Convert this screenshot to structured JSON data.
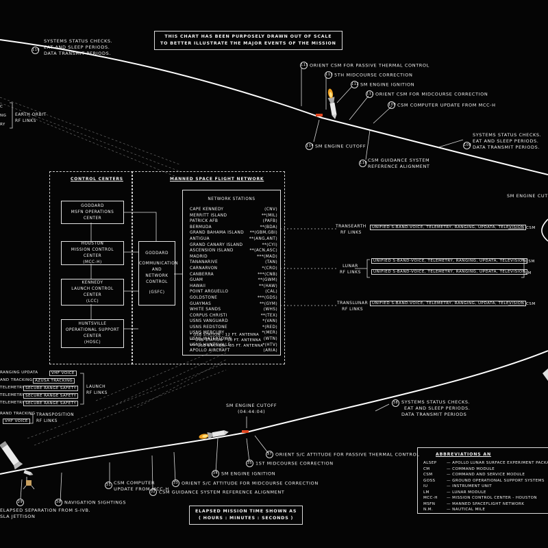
{
  "notes": {
    "scale": [
      "THIS CHART HAS BEEN PURPOSELY DRAWN OUT OF SCALE",
      "TO BETTER ILLUSTRATE THE MAJOR EVENTS OF THE MISSION"
    ],
    "elapsed": [
      "ELAPSED MISSION TIME SHOWN AS",
      "( HOURS : MINUTES : SECONDS )"
    ]
  },
  "events": {
    "e116": {
      "num": "116",
      "lines": [
        "SYSTEMS STATUS CHECKS.",
        "EAT AND SLEEP PERIODS.",
        "DATA TRANSMIT PERIODS."
      ]
    },
    "e115": {
      "num": "115",
      "lines": [
        "ORIENT CSM FOR PASSIVE THERMAL CONTROL"
      ]
    },
    "e113": {
      "num": "113",
      "lines": [
        "5TH MIDCOURSE CORRECTION"
      ]
    },
    "e112": {
      "num": "112",
      "lines": [
        "SM ENGINE IGNITION"
      ]
    },
    "e111": {
      "num": "111",
      "lines": [
        "ORIENT CSM  FOR MIDCOURSE CORRECTION"
      ]
    },
    "e109": {
      "num": "109",
      "lines": [
        "CSM COMPUTER UPDATE FROM MCC-H"
      ]
    },
    "e108": {
      "num": "108",
      "lines": [
        "SYSTEMS STATUS CHECKS.",
        "EAT AND SLEEP PERIODS.",
        "DATA TRANSMIT PERIODS."
      ]
    },
    "e114": {
      "num": "114",
      "lines": [
        "SM ENGINE CUTOFF"
      ]
    },
    "e110": {
      "num": "110",
      "lines": [
        "CSM GUIDANCE SYSTEM",
        "REFERENCE ALIGNMENT"
      ]
    },
    "sm_cutoff_right": {
      "lines": [
        "SM ENGINE CUTOFF"
      ]
    },
    "e38": {
      "num": "38",
      "lines": [
        "SYSTEMS STATUS CHECKS.",
        "EAT AND SLEEP PERIODS.",
        "DATA TRANSMIT PERIODS"
      ]
    },
    "sm_cutoff_low": {
      "lines": [
        "SM ENGINE CUTOFF",
        "(04:44:04)"
      ]
    },
    "e37": {
      "num": "37",
      "lines": [
        "ORIENT S/C ATTITUDE FOR PASSIVE THERMAL CONTROL"
      ]
    },
    "e35": {
      "num": "35",
      "lines": [
        "1ST MIDCOURSE CORRECTION"
      ]
    },
    "e34": {
      "num": "34",
      "lines": [
        "SM ENGINE IGNITION"
      ]
    },
    "e33": {
      "num": "33",
      "lines": [
        "ORIENT S/C ATTITUDE FOR MIDCOURSE CORRECTION"
      ]
    },
    "e32": {
      "num": "32",
      "lines": [
        "CSM GUIDANCE SYSTEM REFERENCE ALIGNMENT"
      ]
    },
    "e31": {
      "num": "31",
      "lines": [
        "CSM COMPUTER",
        "UPDATE FROM MCC-H"
      ]
    },
    "e30": {
      "num": "30",
      "lines": [
        "NAVIGATION SIGHTINGS"
      ]
    },
    "e29": {
      "num": "29",
      "lines": [
        "ELAPSED SEPARATION FROM S-IVB.",
        "SLA JETTISON"
      ]
    }
  },
  "left_links": {
    "earth_orbit": [
      "EARTH ORBIT",
      "RF LINKS"
    ],
    "launch": [
      "LAUNCH",
      "RF LINKS"
    ],
    "transposition": [
      "TRANSPOSITION",
      "RF LINKS"
    ],
    "fragments": [
      "C",
      "NG",
      "RY",
      "RANGING  UPDATA",
      "VHF VOICE",
      "AND TRACKING",
      "AZUSA TRACKING",
      "TELEMETRY",
      "SECURE RANGE SAFETY",
      "TELEMETRY",
      "SECURE RANGE SAFETY",
      "TELEMETRY",
      "SECURE RANGE SAFETY",
      "RAND TRACKING",
      "VHF VOICE"
    ]
  },
  "control_centers": {
    "title": "CONTROL CENTERS",
    "goddard_ops": [
      "GODDARD",
      "MSFN OPERATIONS CENTER"
    ],
    "houston": [
      "HOUSTON",
      "MISSION CONTROL CENTER",
      "(MCC-H)"
    ],
    "kennedy": [
      "KENNEDY",
      "LAUNCH CONTROL CENTER",
      "(LCC)"
    ],
    "huntsville": [
      "HUNTSVILLE",
      "OPERATIONAL SUPPORT",
      "CENTER",
      "(HOSC)"
    ],
    "goddard_comm": [
      "GODDARD",
      "COMMUNICATION",
      "AND",
      "NETWORK",
      "CONTROL",
      "(GSFC)"
    ]
  },
  "network": {
    "title": "MANNED SPACE FLIGHT NETWORK",
    "header": "NETWORK STATIONS",
    "stations": [
      {
        "name": "CAPE KENNEDY",
        "code": "(CNV)"
      },
      {
        "name": "MERRITT ISLAND",
        "code": "**(MIL)"
      },
      {
        "name": "PATRICK AFB",
        "code": "(PAFB)"
      },
      {
        "name": "BERMUDA",
        "code": "**(BDA)"
      },
      {
        "name": "GRAND BAHAMA ISLAND",
        "code": "**(GBM,GBI)"
      },
      {
        "name": "ANTIGUA",
        "code": "**(ANG,ANT)"
      },
      {
        "name": "GRAND CANARY ISLAND",
        "code": "**(CYI)"
      },
      {
        "name": "ASCENSION ISLAND",
        "code": "**(ACN,ASC)"
      },
      {
        "name": "MADRID",
        "code": "***(MAD)"
      },
      {
        "name": "TANANARIVE",
        "code": "(TAN)"
      },
      {
        "name": "CARNARVON",
        "code": "*(CRO)"
      },
      {
        "name": "CANBERRA",
        "code": "***(CNB)"
      },
      {
        "name": "GUAM",
        "code": "**(GWM)"
      },
      {
        "name": "HAWAII",
        "code": "**(HAW)"
      },
      {
        "name": "POINT ARGUELLO",
        "code": "(CAL)"
      },
      {
        "name": "GOLDSTONE",
        "code": "***(GDS)"
      },
      {
        "name": "GUAYMAS",
        "code": "**(GYM)"
      },
      {
        "name": "WHITE SANDS",
        "code": "(WHS)"
      },
      {
        "name": "CORPUS CHRISTI",
        "code": "**(TEX)"
      },
      {
        "name": "USNS VANGUARD",
        "code": "*(VAN)"
      },
      {
        "name": "USNS REDSTONE",
        "code": "*(RED)"
      },
      {
        "name": "USNS MERCURY",
        "code": "*(MER)"
      },
      {
        "name": "USNS WATERTOWN",
        "code": "(WTN)"
      },
      {
        "name": "USNS HUNTSVILLE",
        "code": "*(HTV)"
      },
      {
        "name": "APOLLO AIRCRAFT",
        "code": "(ARIA)"
      }
    ],
    "legend": [
      "*   USB STATION - 12 FT. ANTENNA",
      "**  USB STATION - 30 FT. ANTENNA",
      "*** USB STATION - 85 FT. ANTENNA"
    ]
  },
  "rf_links": {
    "transearth": {
      "label": [
        "TRANSEARTH",
        "RF LINKS"
      ],
      "lines": [
        "UNIFIED S-BAND-VOICE, TELEMETRY, RANGING, UPDATA, TELEVISION"
      ],
      "target": "CSM"
    },
    "lunar": {
      "label": [
        "LUNAR",
        "RF LINKS"
      ],
      "lines": [
        "UNIFIED S-BAND-VOICE, TELEMETRY, RANGING, UPDATA, TELEVISION",
        "UNIFIED S-BAND-VOICE, TELEMETRY, RANGING, UPDATA, TELEVISION"
      ],
      "targets": [
        "CSM",
        "LM"
      ]
    },
    "translunar": {
      "label": [
        "TRANSLUNAR",
        "RF LINKS"
      ],
      "lines": [
        "UNIFIED S-BAND-VOICE, TELEMETRY, RANGING, UPDATA, TELEVISION"
      ],
      "target": "CSM"
    }
  },
  "abbreviations": {
    "title": "ABBREVIATIONS  AN",
    "rows": [
      {
        "k": "ALSEP",
        "v": "— APOLLO LUNAR SURFACE EXPERIMENT PACKAGE"
      },
      {
        "k": "CM",
        "v": "— COMMAND MODULE"
      },
      {
        "k": "CSM",
        "v": "— COMMAND AND SERVICE MODULE"
      },
      {
        "k": "GOSS",
        "v": "— GROUND OPERATIONAL SUPPORT SYSTEMS"
      },
      {
        "k": "IU",
        "v": "— INSTRUMENT UNIT"
      },
      {
        "k": "LM",
        "v": "— LUNAR MODULE"
      },
      {
        "k": "MCC-H",
        "v": "— MISSION CONTROL CENTER - HOUSTON"
      },
      {
        "k": "MSFN",
        "v": "— MANNED SPACEFLIGHT NETWORK"
      },
      {
        "k": "N.M.",
        "v": "— NAUTICAL MILE"
      }
    ]
  },
  "colors": {
    "background": "#050505",
    "line": "#ffffff",
    "marker": "#e0451f",
    "spacecraft": "#d8a14a"
  }
}
